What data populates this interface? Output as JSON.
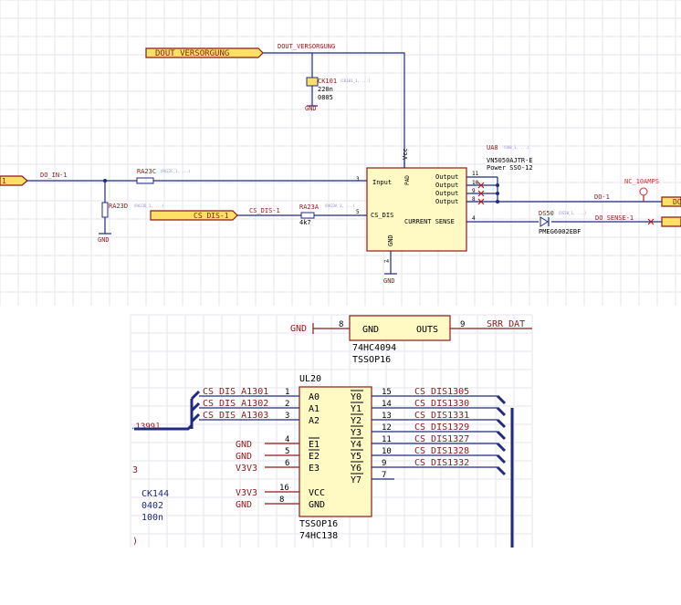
{
  "top": {
    "dout_flag": "DOUT VERSORGUNG",
    "dout_net": "DOUT_VERSORGUNG",
    "ck101": {
      "ref": "CK101",
      "meta": "(CK101_1, ...)",
      "value": "220n",
      "pkg": "0805"
    },
    "gnd": "GND",
    "vcc_pin": "Vcc",
    "ua8": {
      "ref": "UA8",
      "meta": "(UA8_1, ...)",
      "part": "VN5050AJTR-E",
      "pkg": "Power SSO-12"
    },
    "left_flag_end": "1",
    "do_in": "DO_IN-1",
    "ra23c": {
      "ref": "RA23C",
      "meta": "(RA23C_1, ...)"
    },
    "ra23d": {
      "ref": "RA23D",
      "meta": "(RA23D_1, ...)"
    },
    "cs_flag": "CS DIS-1",
    "cs_net": "CS_DIS-1",
    "ra23a": {
      "ref": "RA23A",
      "meta": "(RA23A_1, ...)",
      "value": "4k7"
    },
    "pins": {
      "input": "Input",
      "pad": "PAD",
      "cs_dis": "CS_DIS",
      "gnd": "GND",
      "current_sense": "CURRENT SENSE",
      "output": "Output",
      "n3": "3",
      "n5": "5",
      "n11": "11",
      "n10": "10",
      "n9": "9",
      "n8": "8",
      "n4": "4",
      "n14": "r4"
    },
    "ds50": {
      "ref": "DS50",
      "meta": "(DS50_1, ...)",
      "part": "PMEG6002EBF"
    },
    "nc_label": "NC_10AMPS",
    "do1": "DO-1",
    "do_sense": "DO_SENSE-1",
    "right_flag1": "DO",
    "right_flag2": ""
  },
  "mid": {
    "gnd": "GND",
    "pin8": "8",
    "gnd_pin": "GND",
    "outs_pin": "OUTS",
    "pin9": "9",
    "srr": "SRR DAT",
    "part": "74HC4094",
    "pkg": "TSSOP16"
  },
  "bot": {
    "ref": "UL20",
    "left_nets": [
      "CS DIS A1301",
      "CS DIS A1302",
      "CS DIS A1303"
    ],
    "left_pins": [
      "1",
      "2",
      "3"
    ],
    "addr_pins": [
      "A0",
      "A1",
      "A2"
    ],
    "enable_pins": [
      {
        "num": "4",
        "name": "E1",
        "net": "GND"
      },
      {
        "num": "5",
        "name": "E2",
        "net": "GND"
      },
      {
        "num": "6",
        "name": "E3",
        "net": "V3V3"
      }
    ],
    "power_pins": [
      {
        "num": "16",
        "name": "VCC",
        "net": "V3V3"
      },
      {
        "num": "8",
        "name": "GND",
        "net": "GND"
      }
    ],
    "outputs": [
      {
        "name": "Y0",
        "num": "15",
        "net": "CS DIS1305"
      },
      {
        "name": "Y1",
        "num": "14",
        "net": "CS DIS1330"
      },
      {
        "name": "Y2",
        "num": "13",
        "net": "CS DIS1331"
      },
      {
        "name": "Y3",
        "num": "12",
        "net": "CS DIS1329"
      },
      {
        "name": "Y4",
        "num": "11",
        "net": "CS DIS1327"
      },
      {
        "name": "Y5",
        "num": "10",
        "net": "CS DIS1328"
      },
      {
        "name": "Y6",
        "num": "9",
        "net": "CS DIS1332"
      },
      {
        "name": "Y7",
        "num": "7",
        "net": ""
      }
    ],
    "pkg": "TSSOP16",
    "part": "74HC138",
    "left_bus_label": ".1399]",
    "left_frag": "3",
    "ck144": {
      "ref": "CK144",
      "pkg": "0402",
      "value": "100n"
    },
    "left_bottom_frag": ")"
  }
}
